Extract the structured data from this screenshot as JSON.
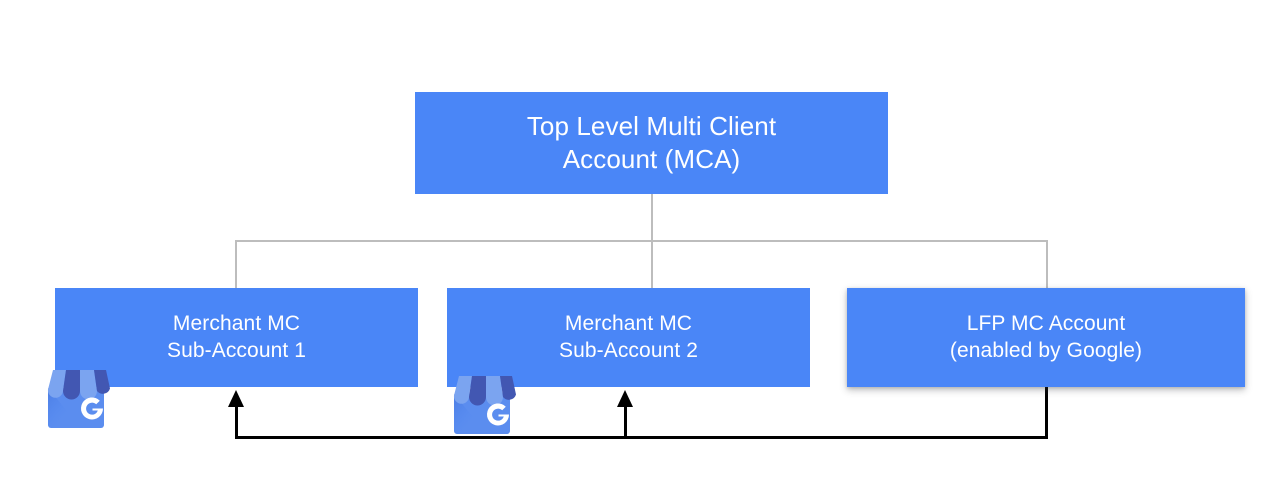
{
  "diagram": {
    "title_hidden": "",
    "background_color": "#ffffff",
    "node_color": "#4a86f7",
    "node_text_color": "#ffffff",
    "connector_color": "#bdbdbd",
    "flow_color": "#000000",
    "nodes": {
      "top": {
        "line1": "Top Level Multi Client",
        "line2": "Account (MCA)"
      },
      "sub1": {
        "line1": "Merchant MC",
        "line2": "Sub-Account 1"
      },
      "sub2": {
        "line1": "Merchant MC",
        "line2": "Sub-Account 2"
      },
      "lfp": {
        "line1": "LFP MC Account",
        "line2": "(enabled by Google)"
      }
    },
    "icons": {
      "storefront_1": "google-business-profile-icon",
      "storefront_2": "google-business-profile-icon",
      "storefront_letter": "G",
      "awning_light": "#7ba4f0",
      "awning_dark": "#4257b2",
      "store_body": "#5b8def"
    }
  }
}
